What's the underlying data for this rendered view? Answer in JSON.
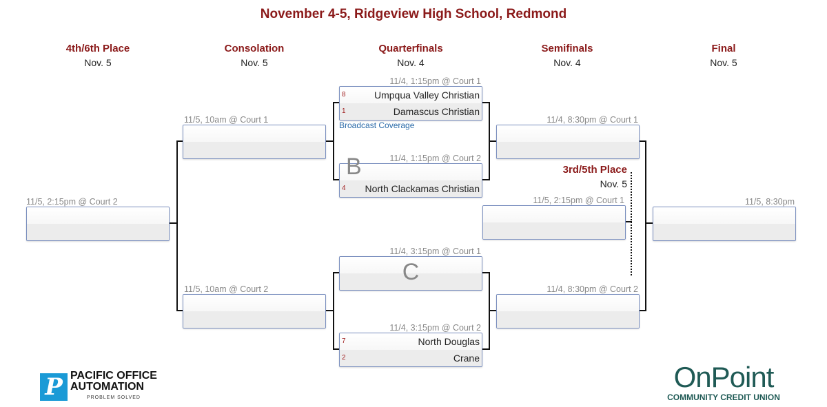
{
  "title": "November 4-5, Ridgeview High School, Redmond",
  "columns": [
    {
      "heading": "4th/6th Place",
      "date": "Nov. 5"
    },
    {
      "heading": "Consolation",
      "date": "Nov. 5"
    },
    {
      "heading": "Quarterfinals",
      "date": "Nov. 4"
    },
    {
      "heading": "Semifinals",
      "date": "Nov. 4"
    },
    {
      "heading": "Final",
      "date": "Nov. 5"
    }
  ],
  "third_fifth": {
    "heading": "3rd/5th Place",
    "date": "Nov. 5"
  },
  "matches": {
    "qf1": {
      "label": "11/4, 1:15pm @ Court 1",
      "t1": {
        "seed": "8",
        "name": "Umpqua Valley Christian"
      },
      "t2": {
        "seed": "1",
        "name": "Damascus Christian"
      },
      "link": "Broadcast Coverage"
    },
    "qf2": {
      "label": "11/4, 1:15pm @ Court 2",
      "letter": "B",
      "t1": {
        "seed": "",
        "name": ""
      },
      "t2": {
        "seed": "4",
        "name": "North Clackamas Christian"
      }
    },
    "qf3": {
      "label": "11/4, 3:15pm @ Court 1",
      "letter": "C",
      "t1": {
        "seed": "",
        "name": ""
      },
      "t2": {
        "seed": "",
        "name": ""
      }
    },
    "qf4": {
      "label": "11/4, 3:15pm @ Court 2",
      "t1": {
        "seed": "7",
        "name": "North Douglas"
      },
      "t2": {
        "seed": "2",
        "name": "Crane"
      }
    },
    "sf1": {
      "label": "11/4, 8:30pm @ Court 1"
    },
    "sf2": {
      "label": "11/4, 8:30pm @ Court 2"
    },
    "final": {
      "label": "11/5, 8:30pm"
    },
    "third": {
      "label": "11/5, 2:15pm @ Court 1"
    },
    "cons1": {
      "label": "11/5, 10am @ Court 1"
    },
    "cons2": {
      "label": "11/5, 10am @ Court 2"
    },
    "fourth": {
      "label": "11/5, 2:15pm @ Court 2"
    }
  },
  "sponsors": {
    "left": {
      "line1": "PACIFIC OFFICE",
      "line2": "AUTOMATION",
      "tagline": "PROBLEM SOLVED"
    },
    "right": {
      "name": "OnPoint",
      "sub": "COMMUNITY CREDIT UNION"
    }
  }
}
